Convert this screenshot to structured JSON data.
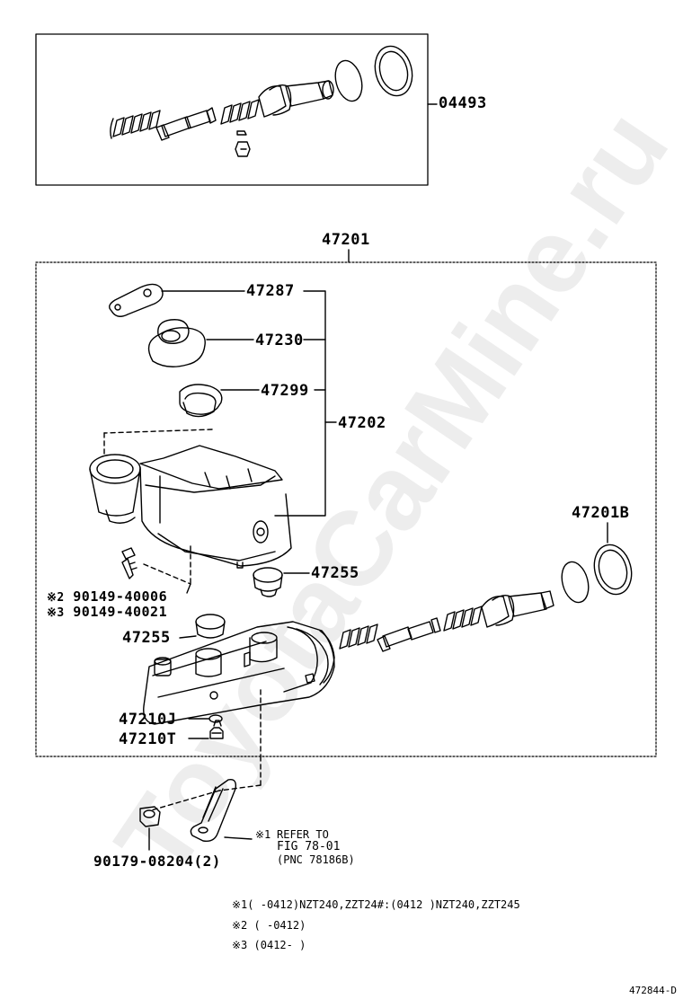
{
  "watermark": "ToyotaCarMine.ru",
  "parts": {
    "p04493": "04493",
    "p47201": "47201",
    "p47287": "47287",
    "p47230": "47230",
    "p47299": "47299",
    "p47202": "47202",
    "p47201B": "47201B",
    "p47255a": "47255",
    "p47255b": "47255",
    "p47210J": "47210J",
    "p47210T": "47210T",
    "bolt2": "90149-40006",
    "bolt3": "90149-40021",
    "p90179": "90179-08204(2)"
  },
  "marks": {
    "m1": "※1",
    "m2": "※2",
    "m3": "※3"
  },
  "refer": {
    "line1": "REFER TO",
    "line2": "FIG 78-01",
    "line3": "(PNC 78186B)"
  },
  "notes": {
    "n1": "(    -0412)NZT240,ZZT24#:(0412      )NZT240,ZZT245",
    "n2": "(    -0412)",
    "n3": "(0412-     )"
  },
  "code": "472844-D"
}
